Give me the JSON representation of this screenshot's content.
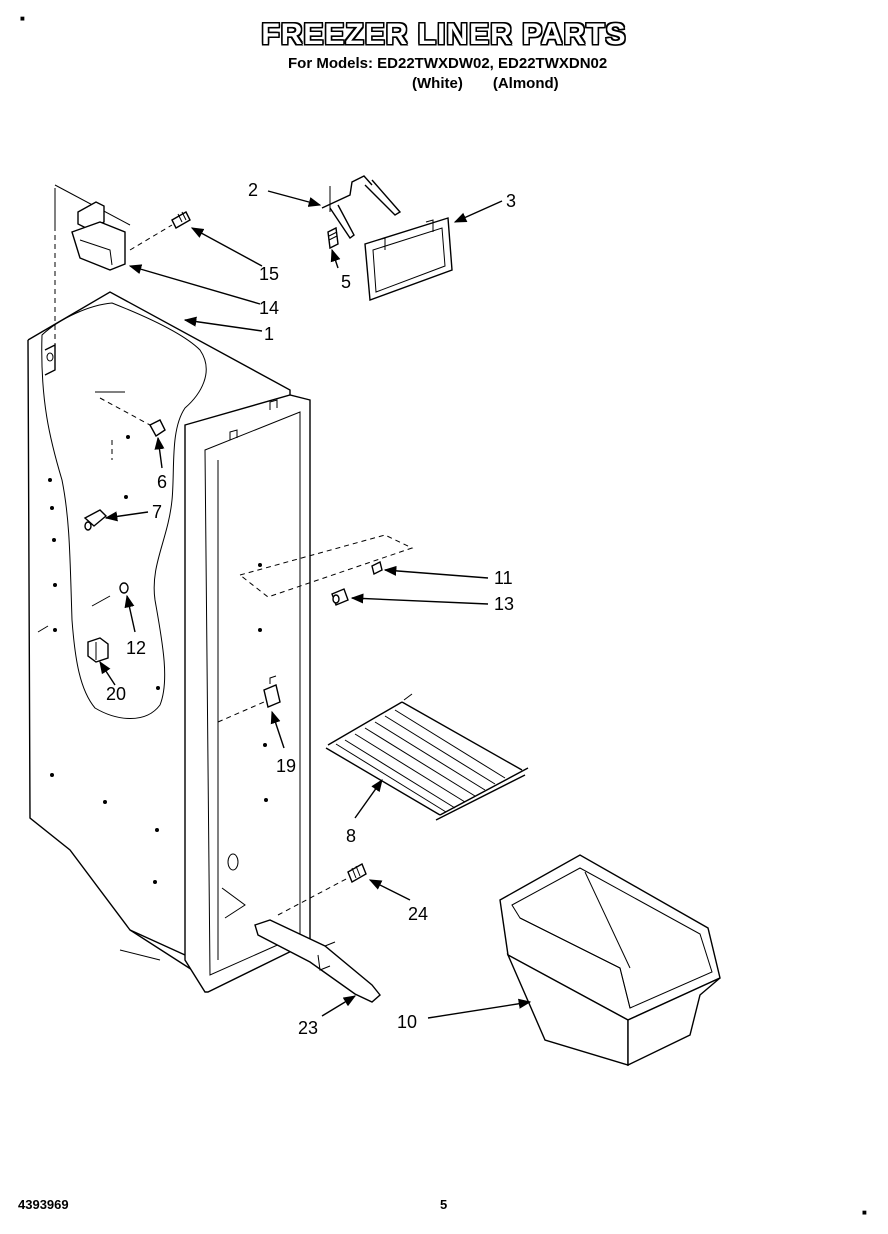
{
  "header": {
    "title": "FREEZER LINER PARTS",
    "models_line": "For Models: ED22TWXDW02, ED22TWXDN02",
    "variant_white": "(White)",
    "variant_almond": "(Almond)"
  },
  "footer": {
    "document_number": "4393969",
    "page_number": "5"
  },
  "callouts": {
    "c1": "1",
    "c2": "2",
    "c3": "3",
    "c5": "5",
    "c6": "6",
    "c7": "7",
    "c8": "8",
    "c10": "10",
    "c11": "11",
    "c12": "12",
    "c13": "13",
    "c14": "14",
    "c15": "15",
    "c19": "19",
    "c20": "20",
    "c23": "23",
    "c24": "24"
  }
}
